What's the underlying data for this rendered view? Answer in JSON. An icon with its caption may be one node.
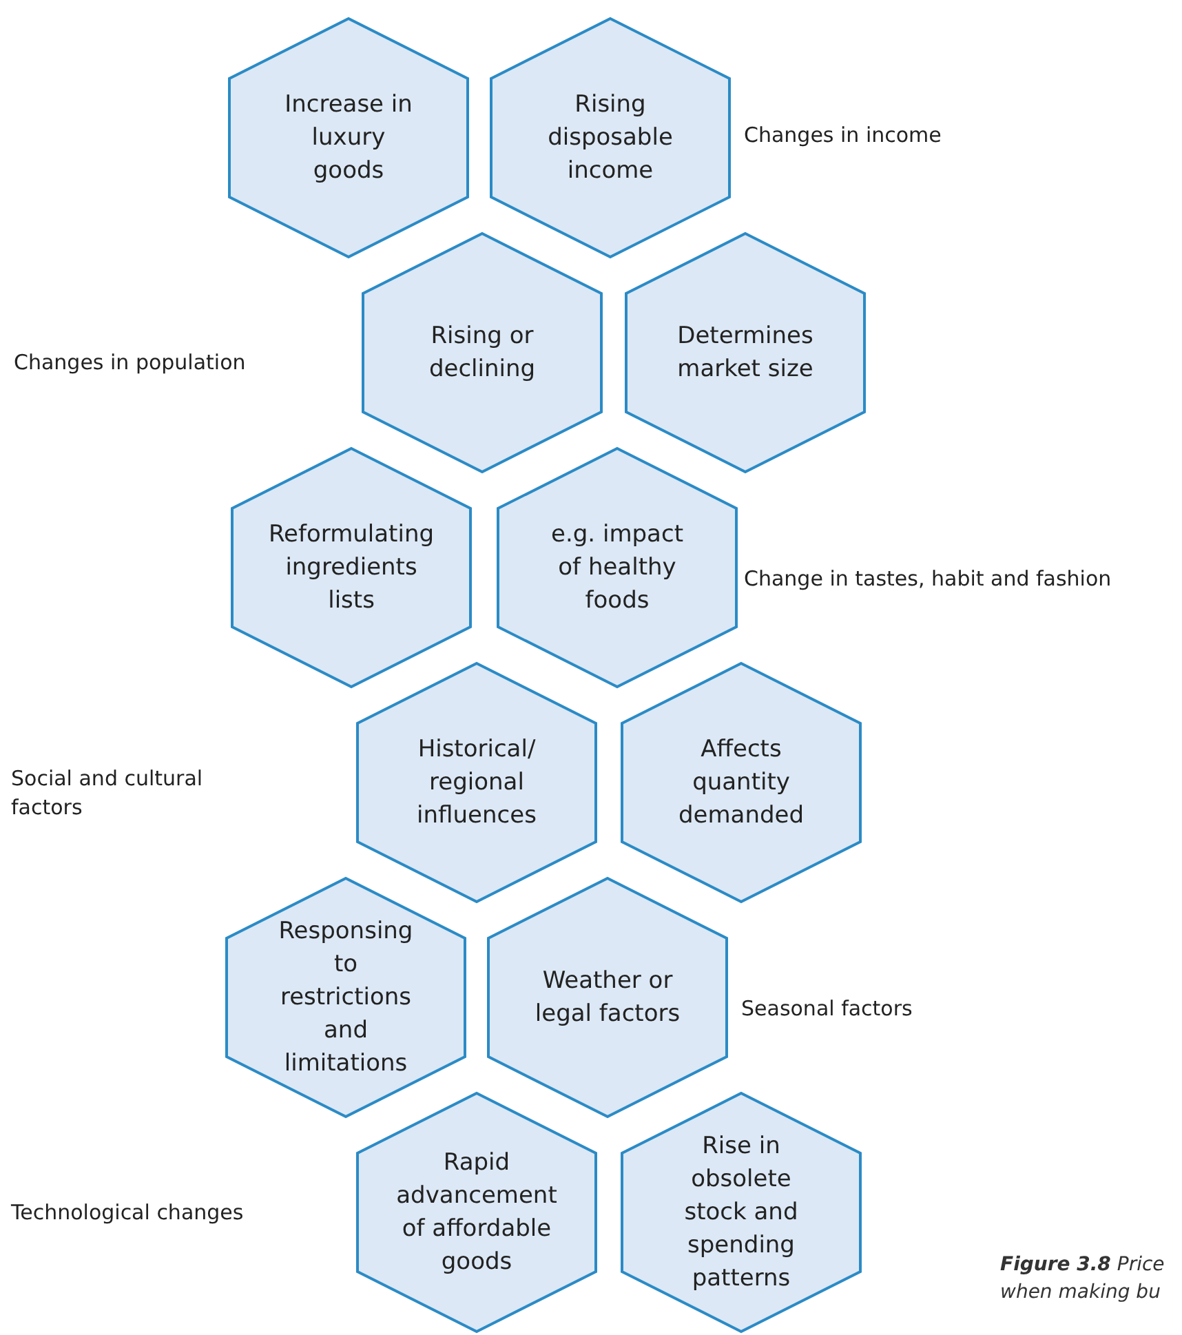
{
  "diagram": {
    "caption": "**Figure 3.8** Price when making bu",
    "nodes": [
      {
        "text": [
          "Increase in luxury goods"
        ]
      },
      {
        "text": [
          "Rising disposable income"
        ],
        "beside": [
          "Changes in income"
        ]
      },
      {
        "text": [
          "Rising or declining"
        ]
      },
      {
        "text": [
          "Determines market size"
        ]
      },
      {
        "text": [
          "Reformulating ingredients lists"
        ]
      },
      {
        "text": [
          "e.g. impact of healthy foods"
        ],
        "beside": [
          "Change in tastes, habit and fashion"
        ]
      },
      {
        "text": [
          "Historical/ regional influences"
        ]
      },
      {
        "text": [
          "Affects quantity demanded"
        ]
      },
      {
        "text": [
          "Responsing to restrictions and limitations"
        ]
      },
      {
        "text": [
          "Weather or legal factors"
        ],
        "beside": [
          "Seasonal factors"
        ]
      },
      {
        "text": [
          "Rapid advancement of affordable goods"
        ]
      },
      {
        "text": [
          "Rise in obsolete stock and spending patterns"
        ]
      }
    ],
    "edges": [],
    "labels": [
      "Changes in population",
      "Social and cultural factors",
      "Technological changes"
    ]
  }
}
